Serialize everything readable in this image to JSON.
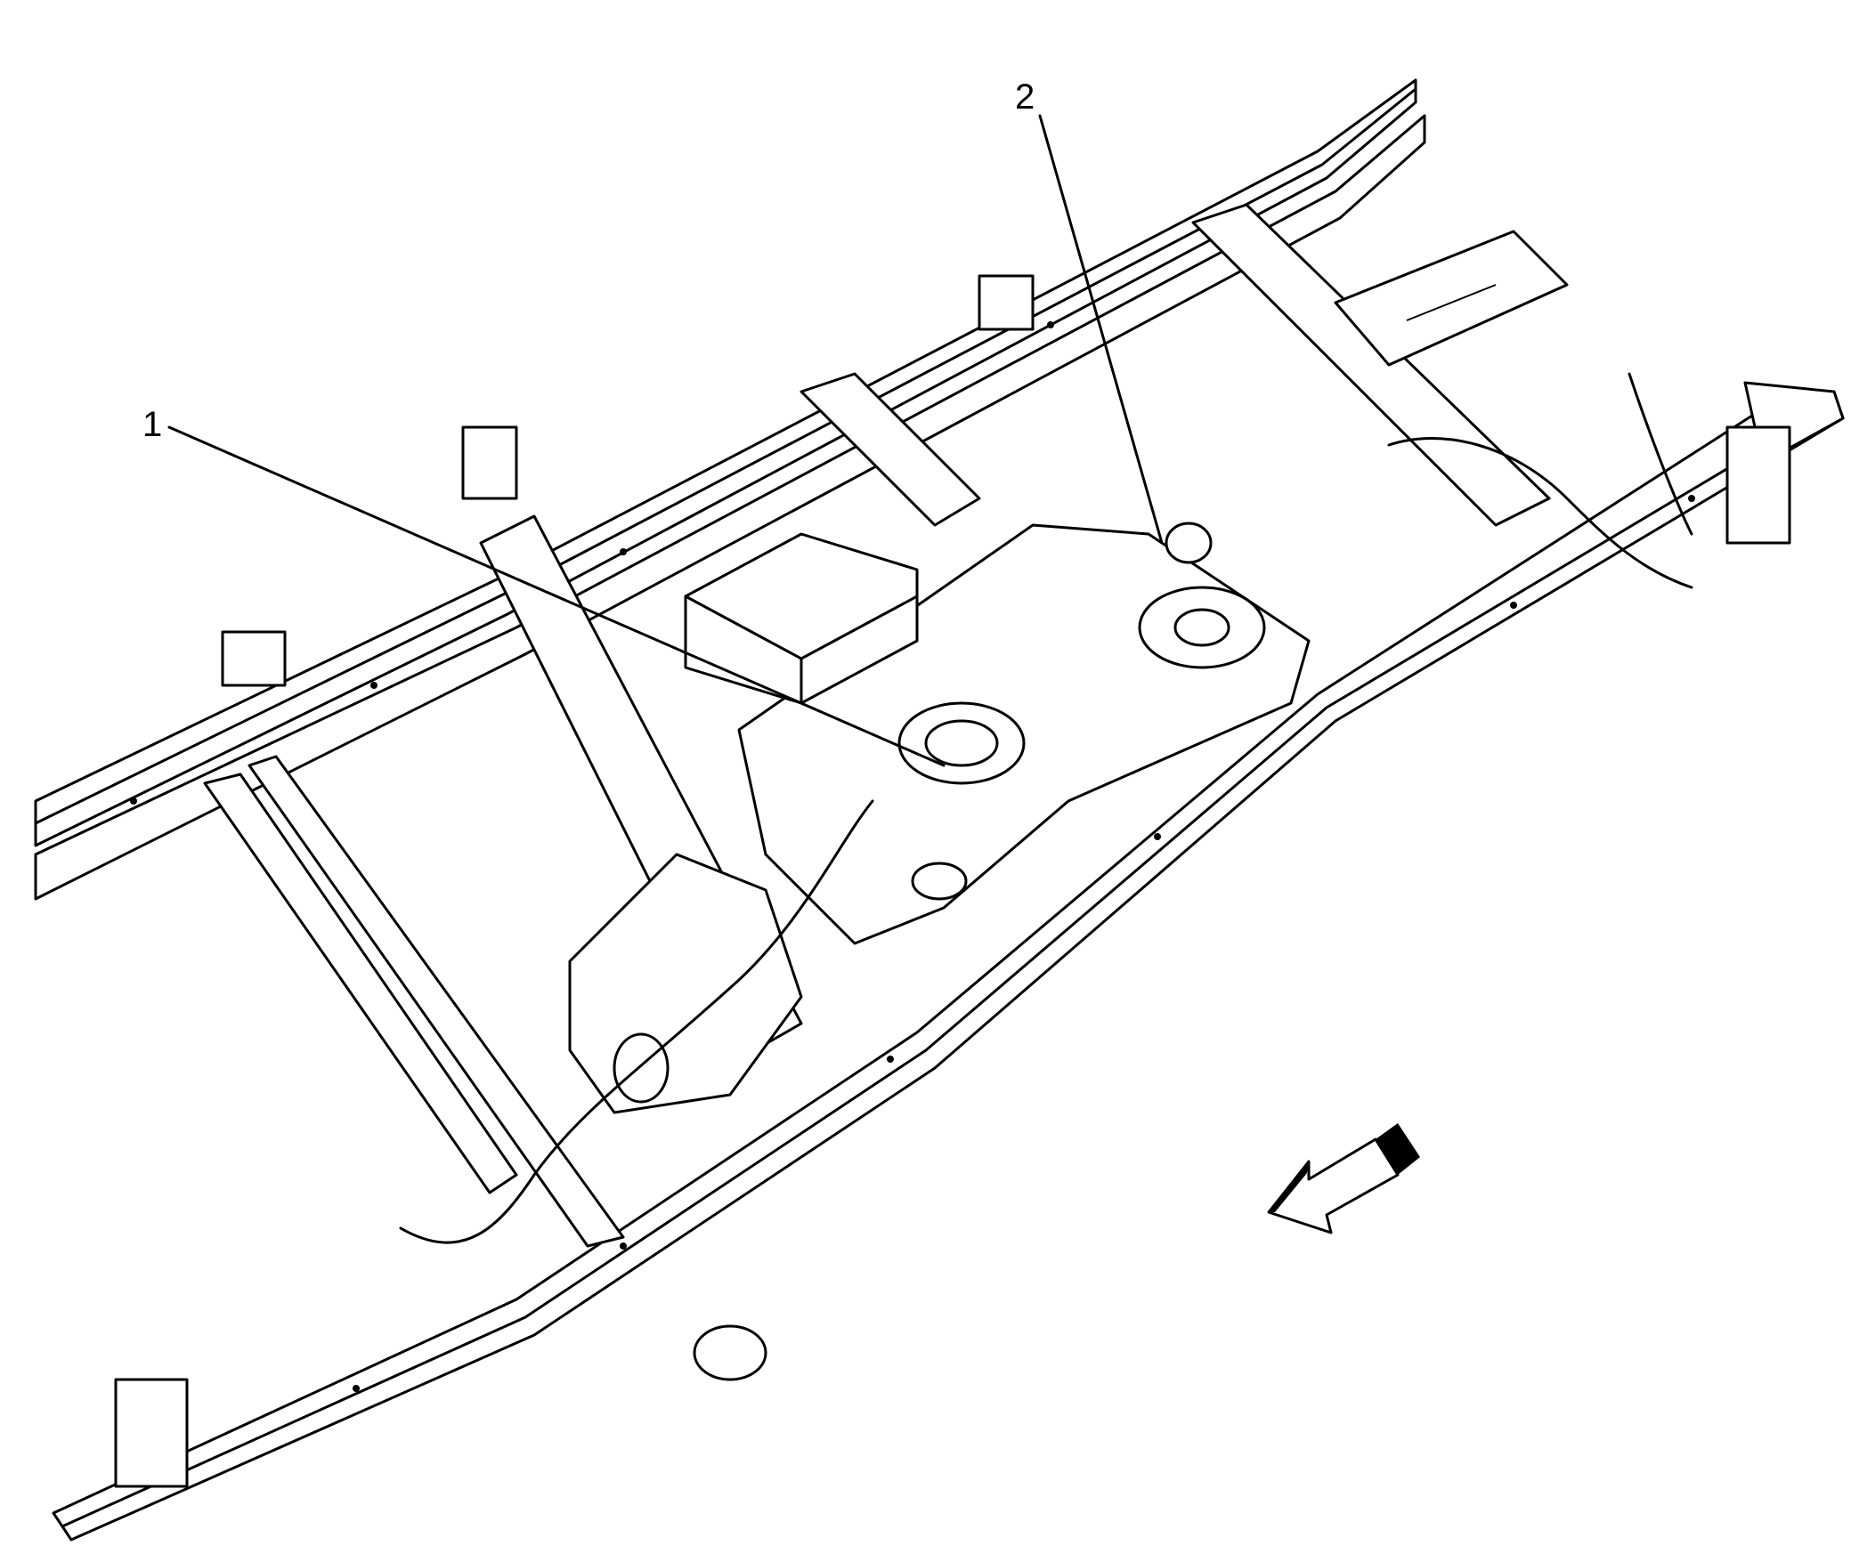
{
  "callouts": [
    {
      "id": "1",
      "label": "1"
    },
    {
      "id": "2",
      "label": "2"
    }
  ],
  "icons": {
    "direction_arrow": "front-direction-arrow-icon"
  },
  "colors": {
    "line": "#000000",
    "background": "#ffffff"
  }
}
